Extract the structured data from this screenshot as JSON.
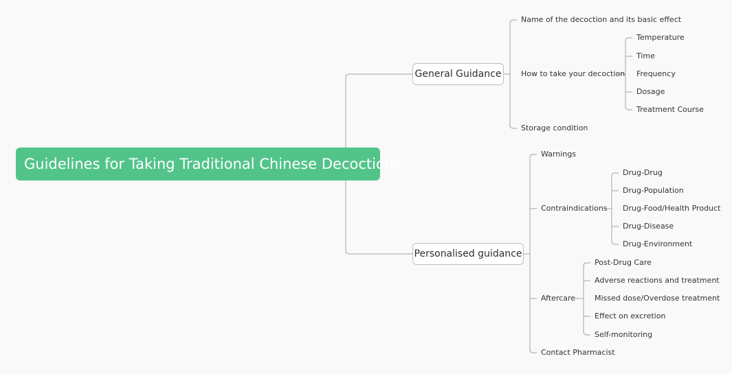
{
  "root": {
    "title": "Guidelines for Taking Traditional Chinese Decoctions"
  },
  "general": {
    "label": "General Guidance",
    "items": [
      "Name of the decoction and its basic effect",
      "How to take your decoction",
      "Storage condition"
    ],
    "how_to_take": [
      "Temperature",
      "Time",
      "Frequency",
      "Dosage",
      "Treatment Course"
    ]
  },
  "personalised": {
    "label": "Personalised guidance",
    "items": [
      "Warnings",
      "Contraindications",
      "Aftercare",
      "Contact Pharmacist"
    ],
    "contraindications": [
      "Drug-Drug",
      "Drug-Population",
      "Drug-Food/Health Product",
      "Drug-Disease",
      "Drug-Environment"
    ],
    "aftercare": [
      "Post-Drug Care",
      "Adverse reactions and treatment",
      "Missed dose/Overdose treatment",
      "Effect on excretion",
      "Self-monitoring"
    ]
  },
  "colors": {
    "root_fill": "#52c48a",
    "connector": "#b3b3b3"
  }
}
